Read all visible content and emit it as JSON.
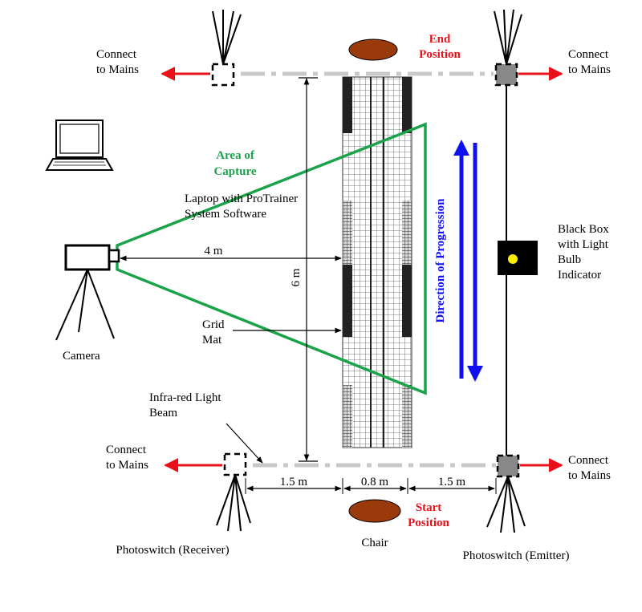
{
  "labels": {
    "connect_mains_tl_1": "Connect",
    "connect_mains_tl_2": "to Mains",
    "connect_mains_tr_1": "Connect",
    "connect_mains_tr_2": "to Mains",
    "connect_mains_bl_1": "Connect",
    "connect_mains_bl_2": "to Mains",
    "connect_mains_br_1": "Connect",
    "connect_mains_br_2": "to Mains",
    "end_position_1": "End",
    "end_position_2": "Position",
    "start_position_1": "Start",
    "start_position_2": "Position",
    "area_capture_1": "Area of",
    "area_capture_2": "Capture",
    "laptop_1": "Laptop with ProTrainer",
    "laptop_2": "System Software",
    "camera": "Camera",
    "grid_mat_1": "Grid",
    "grid_mat_2": "Mat",
    "infrared_1": "Infra-red Light",
    "infrared_2": "Beam",
    "black_box_1": "Black Box",
    "black_box_2": "with Light",
    "black_box_3": "Bulb",
    "black_box_4": "Indicator",
    "direction": "Direction of Progression",
    "dist_4m": "4 m",
    "dist_6m": "6 m",
    "dist_left_15": "1.5 m",
    "dist_mid_08": "0.8 m",
    "dist_right_15": "1.5 m",
    "chair": "Chair",
    "receiver": "Photoswitch (Receiver)",
    "emitter": "Photoswitch (Emitter)"
  },
  "colors": {
    "red_text": "#e8101a",
    "red_arrow": "#e8101a",
    "green": "#1aa34a",
    "blue": "#1010ee",
    "chair": "#9a3a0a",
    "beam": "#c8c8c8",
    "bulb": "#ffee00"
  },
  "icons": [
    "laptop-icon",
    "camera-icon",
    "tripod-icon",
    "photoswitch-icon",
    "chair-icon",
    "black-box-icon",
    "light-bulb-icon"
  ]
}
